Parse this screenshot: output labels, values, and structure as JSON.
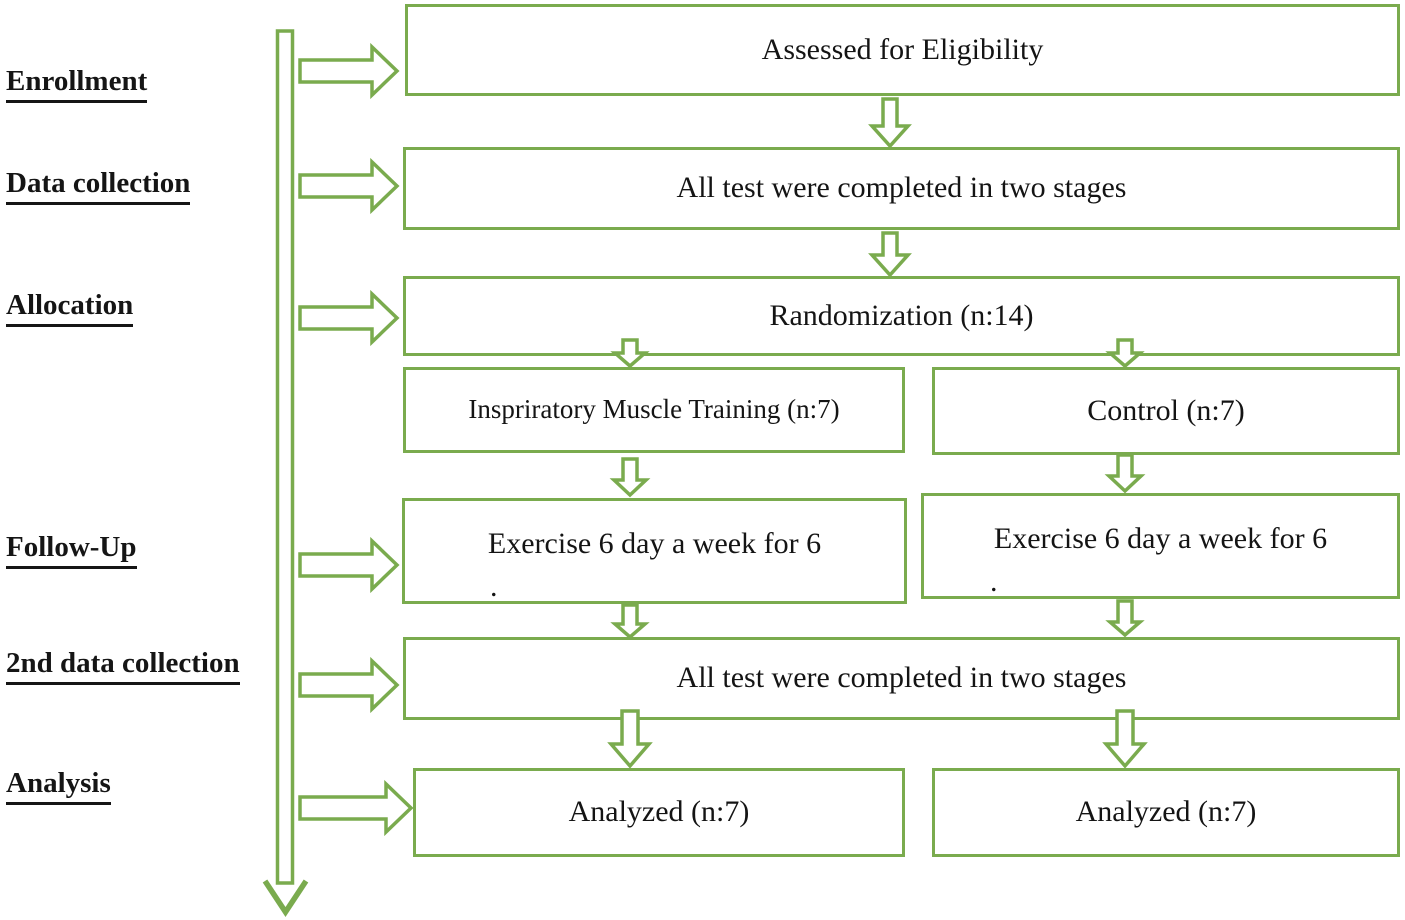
{
  "diagram": {
    "kind": "clinical-trial-flowchart",
    "accent_color": "#7aab4e",
    "text_color": "#141414",
    "stage_labels": [
      {
        "label": "Enrollment"
      },
      {
        "label": "Data collection"
      },
      {
        "label": "Allocation"
      },
      {
        "label": "Follow-Up"
      },
      {
        "label": "2nd data collection"
      },
      {
        "label": "Analysis"
      }
    ],
    "nodes": {
      "assessed": {
        "label": "Assessed for Eligibility"
      },
      "tests_stage1": {
        "label": "All test were completed in two stages"
      },
      "randomization": {
        "label": "Randomization (n:14)"
      },
      "imt": {
        "label": "Inspriratory Muscle Training (n:7)"
      },
      "control": {
        "label": "Control (n:7)"
      },
      "exercise_left": {
        "line1": "Exercise 6 day a week for 6",
        "line2": "."
      },
      "exercise_right": {
        "line1": "Exercise 6 day a week for 6",
        "line2": "."
      },
      "tests_stage2": {
        "label": "All test were completed in two stages"
      },
      "analyzed_left": {
        "label": "Analyzed (n:7)"
      },
      "analyzed_right": {
        "label": "Analyzed (n:7)"
      }
    }
  }
}
